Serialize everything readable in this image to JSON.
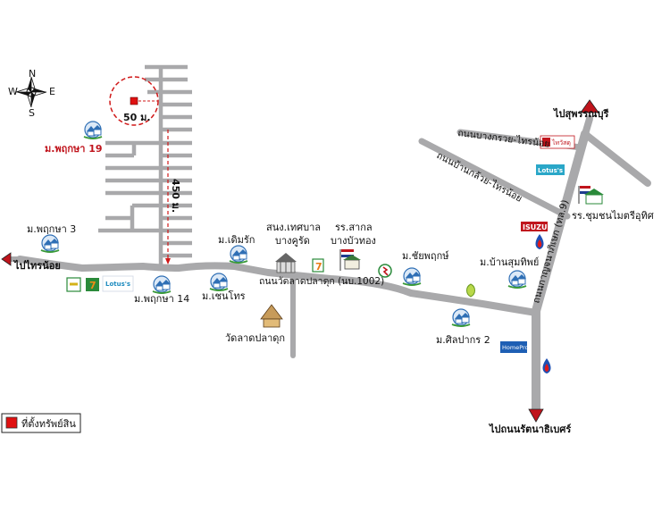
{
  "compass": {
    "n": "N",
    "s": "S",
    "e": "E",
    "w": "W"
  },
  "colors": {
    "road": "#a9a9ab",
    "arrow": "#c0141c",
    "marker": "#e01010",
    "village": "#2f6fb5"
  },
  "scale": {
    "radius_label": "50 ม.",
    "distance_label": "450 ม."
  },
  "directions": {
    "west": "ไปไทรน้อย",
    "north": "ไปสุพรรณบุรี",
    "south": "ไปถนนรัตนาธิเบศร์"
  },
  "roads": {
    "main": "ถนนวัดลาดปลาดุก (นบ.1002)",
    "bang_kruai": "ถนนบางกรวย-ไทรน้อย",
    "ban_kluay": "ถนนบ้านกล้วย-ไทรน้อย",
    "kanchanaphisek": "ถนนกาญจนาภิเษก (ทล.9)"
  },
  "places": {
    "pruksa19": "ม.พฤกษา 19",
    "pruksa3": "ม.พฤกษา 3",
    "pruksa14": "ม.พฤกษา 14",
    "dermrak": "ม.เดิมรัก",
    "chanthorn": "ม.เชนโทร",
    "health_center_1": "สนง.เทศบาล",
    "health_center_2": "บางคูรัด",
    "school_1": "รร.สากล",
    "school_2": "บางบัวทอง",
    "chaipruek": "ม.ชัยพฤกษ์",
    "bansuanthip": "ม.บ้านสุมทิพย์",
    "silpakorn2": "ม.ศิลปากร 2",
    "temple": "วัดลาดปลาดุก",
    "chumchon_school": "รร.ชุมชนไมตรีอุทิศ"
  },
  "brands": {
    "lotus_1": "Lotus's",
    "lotus_2": "Lotus's",
    "seven": "7",
    "isuzu": "ISUZU",
    "thaiwatsadu": "ไทวัสดุ",
    "homepro": "HomePro"
  },
  "legend": {
    "label": "ที่ตั้งทรัพย์สิน"
  }
}
